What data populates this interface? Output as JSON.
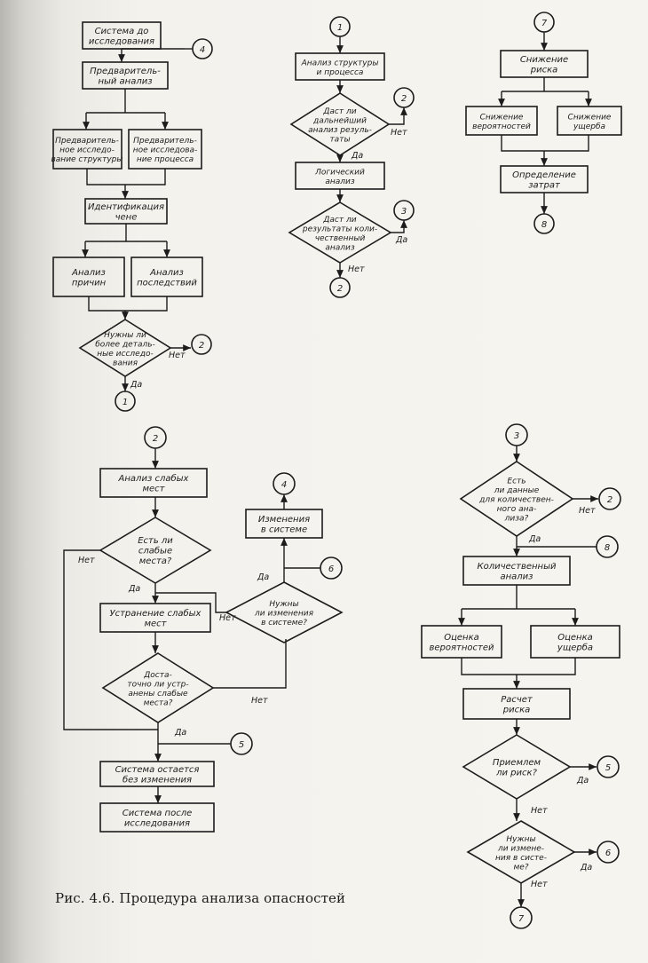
{
  "caption": "Рис. 4.6. Процедура анализа опасностей",
  "nodes": {
    "a_system": [
      "Система до",
      "исследования"
    ],
    "a_prelim": [
      "Предваритель-",
      "ный анализ"
    ],
    "a_struct": [
      "Предваритель-",
      "ное исследо-",
      "вание структуры"
    ],
    "a_proc": [
      "Предваритель-",
      "ное исследова-",
      "ние процесса"
    ],
    "a_ident": [
      "Идентификация",
      "чене"
    ],
    "a_causes": [
      "Анализ",
      "причин"
    ],
    "a_conseq": [
      "Анализ",
      "последствий"
    ],
    "a_dec": [
      "Нужны ли",
      "более деталь-",
      "ные исследо-",
      "вания"
    ],
    "b_analysis": [
      "Анализ структуры",
      "и процесса"
    ],
    "b_dec1": [
      "Даст ли",
      "дальнейший",
      "анализ резуль-",
      "таты"
    ],
    "b_logic": [
      "Логический",
      "анализ"
    ],
    "b_dec2": [
      "Даст ли",
      "результаты коли-",
      "чественный",
      "анализ"
    ],
    "c_reduce": [
      "Снижение",
      "риска"
    ],
    "c_prob": [
      "Снижение",
      "вероятностей"
    ],
    "c_dmg": [
      "Снижение",
      "ущерба"
    ],
    "c_cost": [
      "Определение",
      "затрат"
    ],
    "d_weak": [
      "Анализ слабых",
      "мест"
    ],
    "d_dec1": [
      "Есть ли",
      "слабые",
      "места?"
    ],
    "d_fix": [
      "Устранение слабых",
      "мест"
    ],
    "d_dec2": [
      "Доста-",
      "точно ли устр-",
      "анены слабые",
      "места?"
    ],
    "d_same": [
      "Система остается",
      "без изменения"
    ],
    "d_after": [
      "Система после",
      "исследования"
    ],
    "d_change": [
      "Изменения",
      "в системе"
    ],
    "d_dec3": [
      "Нужны",
      "ли изменения",
      "в системе?"
    ],
    "e_dec1": [
      "Есть",
      "ли данные",
      "для количествен-",
      "ного ана-",
      "лиза?"
    ],
    "e_quant": [
      "Количественный",
      "анализ"
    ],
    "e_prob": [
      "Оценка",
      "вероятностей"
    ],
    "e_dmg": [
      "Оценка",
      "ущерба"
    ],
    "e_calc": [
      "Расчет",
      "риска"
    ],
    "e_dec2": [
      "Приемлем",
      "ли риск?"
    ],
    "e_dec3": [
      "Нужны",
      "ли измене-",
      "ния в систе-",
      "ме?"
    ]
  },
  "connectors": {
    "c4_a": "4",
    "c2_a": "2",
    "c1_a": "1",
    "c1_b": "1",
    "c2_b": "2",
    "c3_b": "3",
    "c2_b2": "2",
    "c7_c": "7",
    "c8_c": "8",
    "c2_d": "2",
    "c4_d": "4",
    "c6_d": "6",
    "c5_d": "5",
    "c3_e": "3",
    "c2_e": "2",
    "c8_e": "8",
    "c5_e": "5",
    "c6_e": "6",
    "c7_e": "7"
  },
  "labels": {
    "yes": "Да",
    "no": "Нет"
  }
}
